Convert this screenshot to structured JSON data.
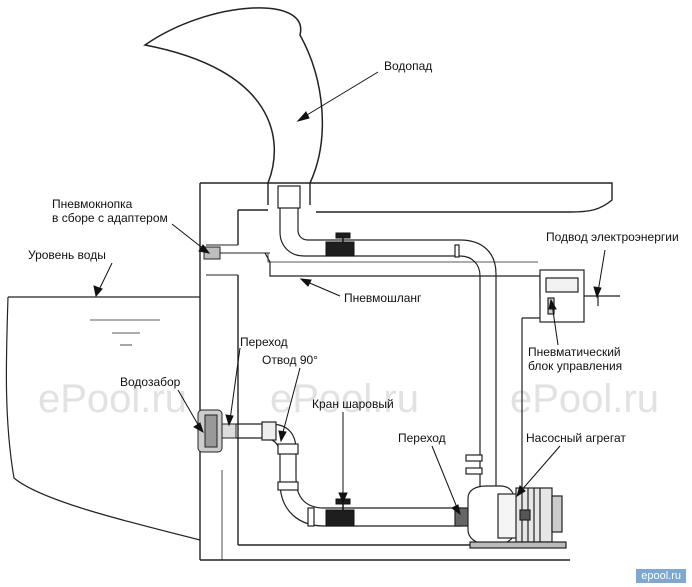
{
  "labels": {
    "waterfall": "Водопад",
    "pneumo_button_line1": "Пневмокнопка",
    "pneumo_button_line2": "в сборе с адаптером",
    "water_level": "Уровень воды",
    "power_supply": "Подвод электроэнергии",
    "pneumo_hose": "Пневмошланг",
    "pneumo_unit_line1": "Пневматический",
    "pneumo_unit_line2": "блок управления",
    "transition_top": "Переход",
    "elbow_90": "Отвод 90°",
    "intake": "Водозабор",
    "ball_valve": "Кран шаровый",
    "transition_bottom": "Переход",
    "pump_unit": "Насосный агрегат"
  },
  "watermark": {
    "left": "ePool.ru",
    "center": "ePool.ru",
    "right": "ePool.ru"
  },
  "corner_badge": "epool.ru"
}
